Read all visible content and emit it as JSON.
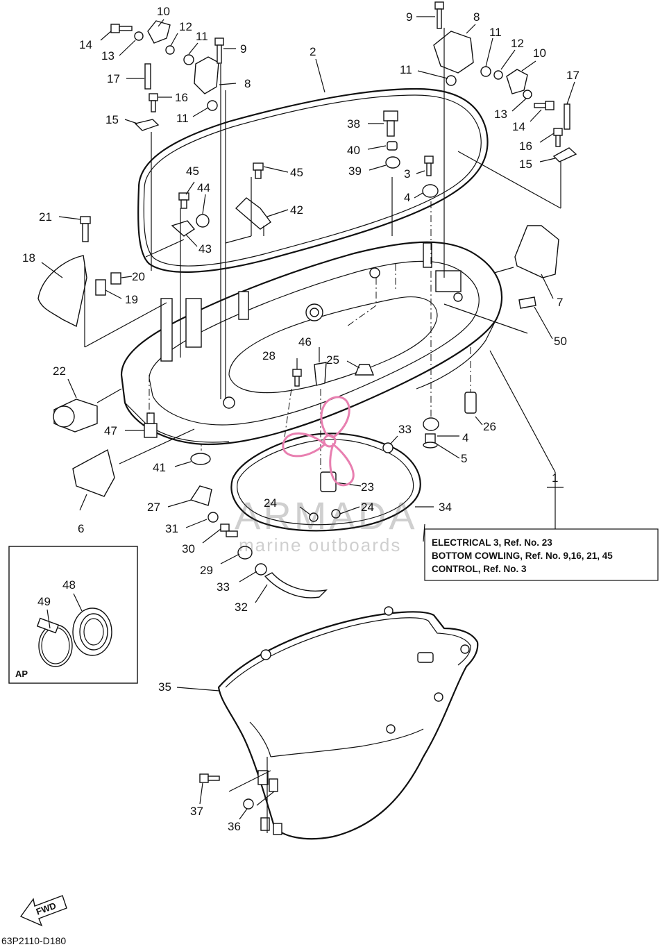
{
  "part_labels": {
    "p1": "1",
    "p2": "2",
    "p3": "3",
    "p4a": "4",
    "p4b": "4",
    "p5": "5",
    "p6": "6",
    "p7": "7",
    "p8a": "8",
    "p8b": "8",
    "p9a": "9",
    "p9b": "9",
    "p10a": "10",
    "p10b": "10",
    "p11a": "11",
    "p11b": "11",
    "p11c": "11",
    "p11d": "11",
    "p12a": "12",
    "p12b": "12",
    "p13a": "13",
    "p13b": "13",
    "p14a": "14",
    "p14b": "14",
    "p15a": "15",
    "p15b": "15",
    "p16a": "16",
    "p16b": "16",
    "p17a": "17",
    "p17b": "17",
    "p18": "18",
    "p19": "19",
    "p20": "20",
    "p21": "21",
    "p22": "22",
    "p23": "23",
    "p24a": "24",
    "p24b": "24",
    "p25": "25",
    "p26": "26",
    "p27": "27",
    "p28": "28",
    "p29": "29",
    "p30": "30",
    "p31": "31",
    "p32": "32",
    "p33a": "33",
    "p33b": "33",
    "p34": "34",
    "p35": "35",
    "p36": "36",
    "p37": "37",
    "p38": "38",
    "p39": "39",
    "p40": "40",
    "p41": "41",
    "p42": "42",
    "p43": "43",
    "p44": "44",
    "p45a": "45",
    "p45b": "45",
    "p46": "46",
    "p47": "47",
    "p48": "48",
    "p49": "49",
    "p50": "50"
  },
  "reference_box": {
    "line1": "ELECTRICAL 3, Ref. No. 23",
    "line2": "BOTTOM COWLING, Ref. No. 9,16, 21, 45",
    "line3": "CONTROL, Ref. No. 3"
  },
  "inset": {
    "label": "AP"
  },
  "fwd_arrow": {
    "label": "FWD"
  },
  "diagram_code": "63P2110-D180",
  "watermark": {
    "brand": "ARMADA",
    "tagline": "marine outboards",
    "color": "#e87fb0"
  }
}
